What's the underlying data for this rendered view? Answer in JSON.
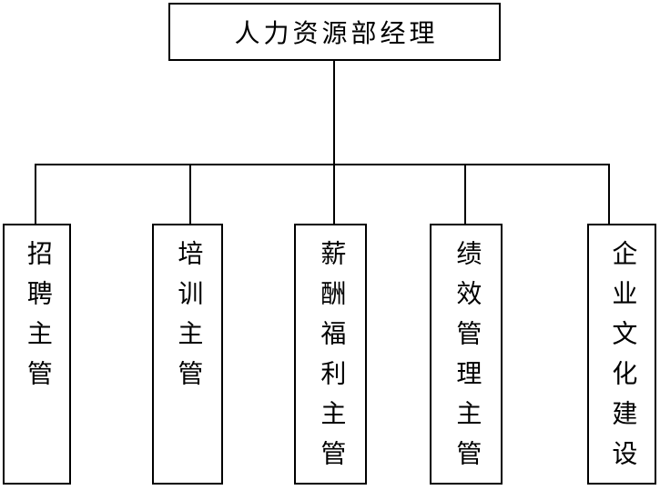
{
  "org": {
    "root": {
      "label": "人力资源部经理"
    },
    "children": [
      {
        "label": "招聘主管"
      },
      {
        "label": "培训主管"
      },
      {
        "label": "薪酬福利主管"
      },
      {
        "label": "绩效管理主管"
      },
      {
        "label": "企业文化建设"
      }
    ]
  },
  "colors": {
    "line": "#000000",
    "background": "#ffffff",
    "text": "#000000"
  }
}
